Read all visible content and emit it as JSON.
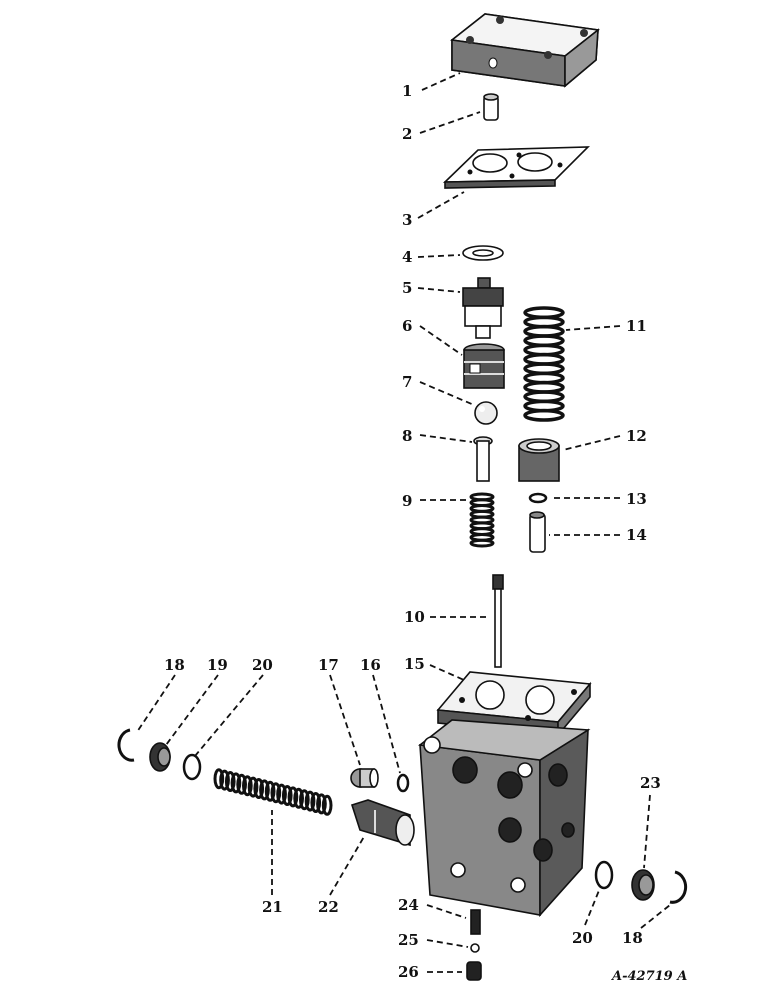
{
  "figure": {
    "reference": "A-42719 A"
  },
  "callouts": [
    {
      "key": "1",
      "text": "1"
    },
    {
      "key": "2",
      "text": "2"
    },
    {
      "key": "3",
      "text": "3"
    },
    {
      "key": "4",
      "text": "4"
    },
    {
      "key": "5",
      "text": "5"
    },
    {
      "key": "6",
      "text": "6"
    },
    {
      "key": "7",
      "text": "7"
    },
    {
      "key": "8",
      "text": "8"
    },
    {
      "key": "9",
      "text": "9"
    },
    {
      "key": "10",
      "text": "10"
    },
    {
      "key": "11",
      "text": "11"
    },
    {
      "key": "12",
      "text": "12"
    },
    {
      "key": "13",
      "text": "13"
    },
    {
      "key": "14",
      "text": "14"
    },
    {
      "key": "15",
      "text": "15"
    },
    {
      "key": "16",
      "text": "16"
    },
    {
      "key": "17",
      "text": "17"
    },
    {
      "key": "18a",
      "text": "18"
    },
    {
      "key": "19",
      "text": "19"
    },
    {
      "key": "20a",
      "text": "20"
    },
    {
      "key": "21",
      "text": "21"
    },
    {
      "key": "22",
      "text": "22"
    },
    {
      "key": "23",
      "text": "23"
    },
    {
      "key": "24",
      "text": "24"
    },
    {
      "key": "25",
      "text": "25"
    },
    {
      "key": "26",
      "text": "26"
    },
    {
      "key": "20b",
      "text": "20"
    },
    {
      "key": "18b",
      "text": "18"
    }
  ]
}
